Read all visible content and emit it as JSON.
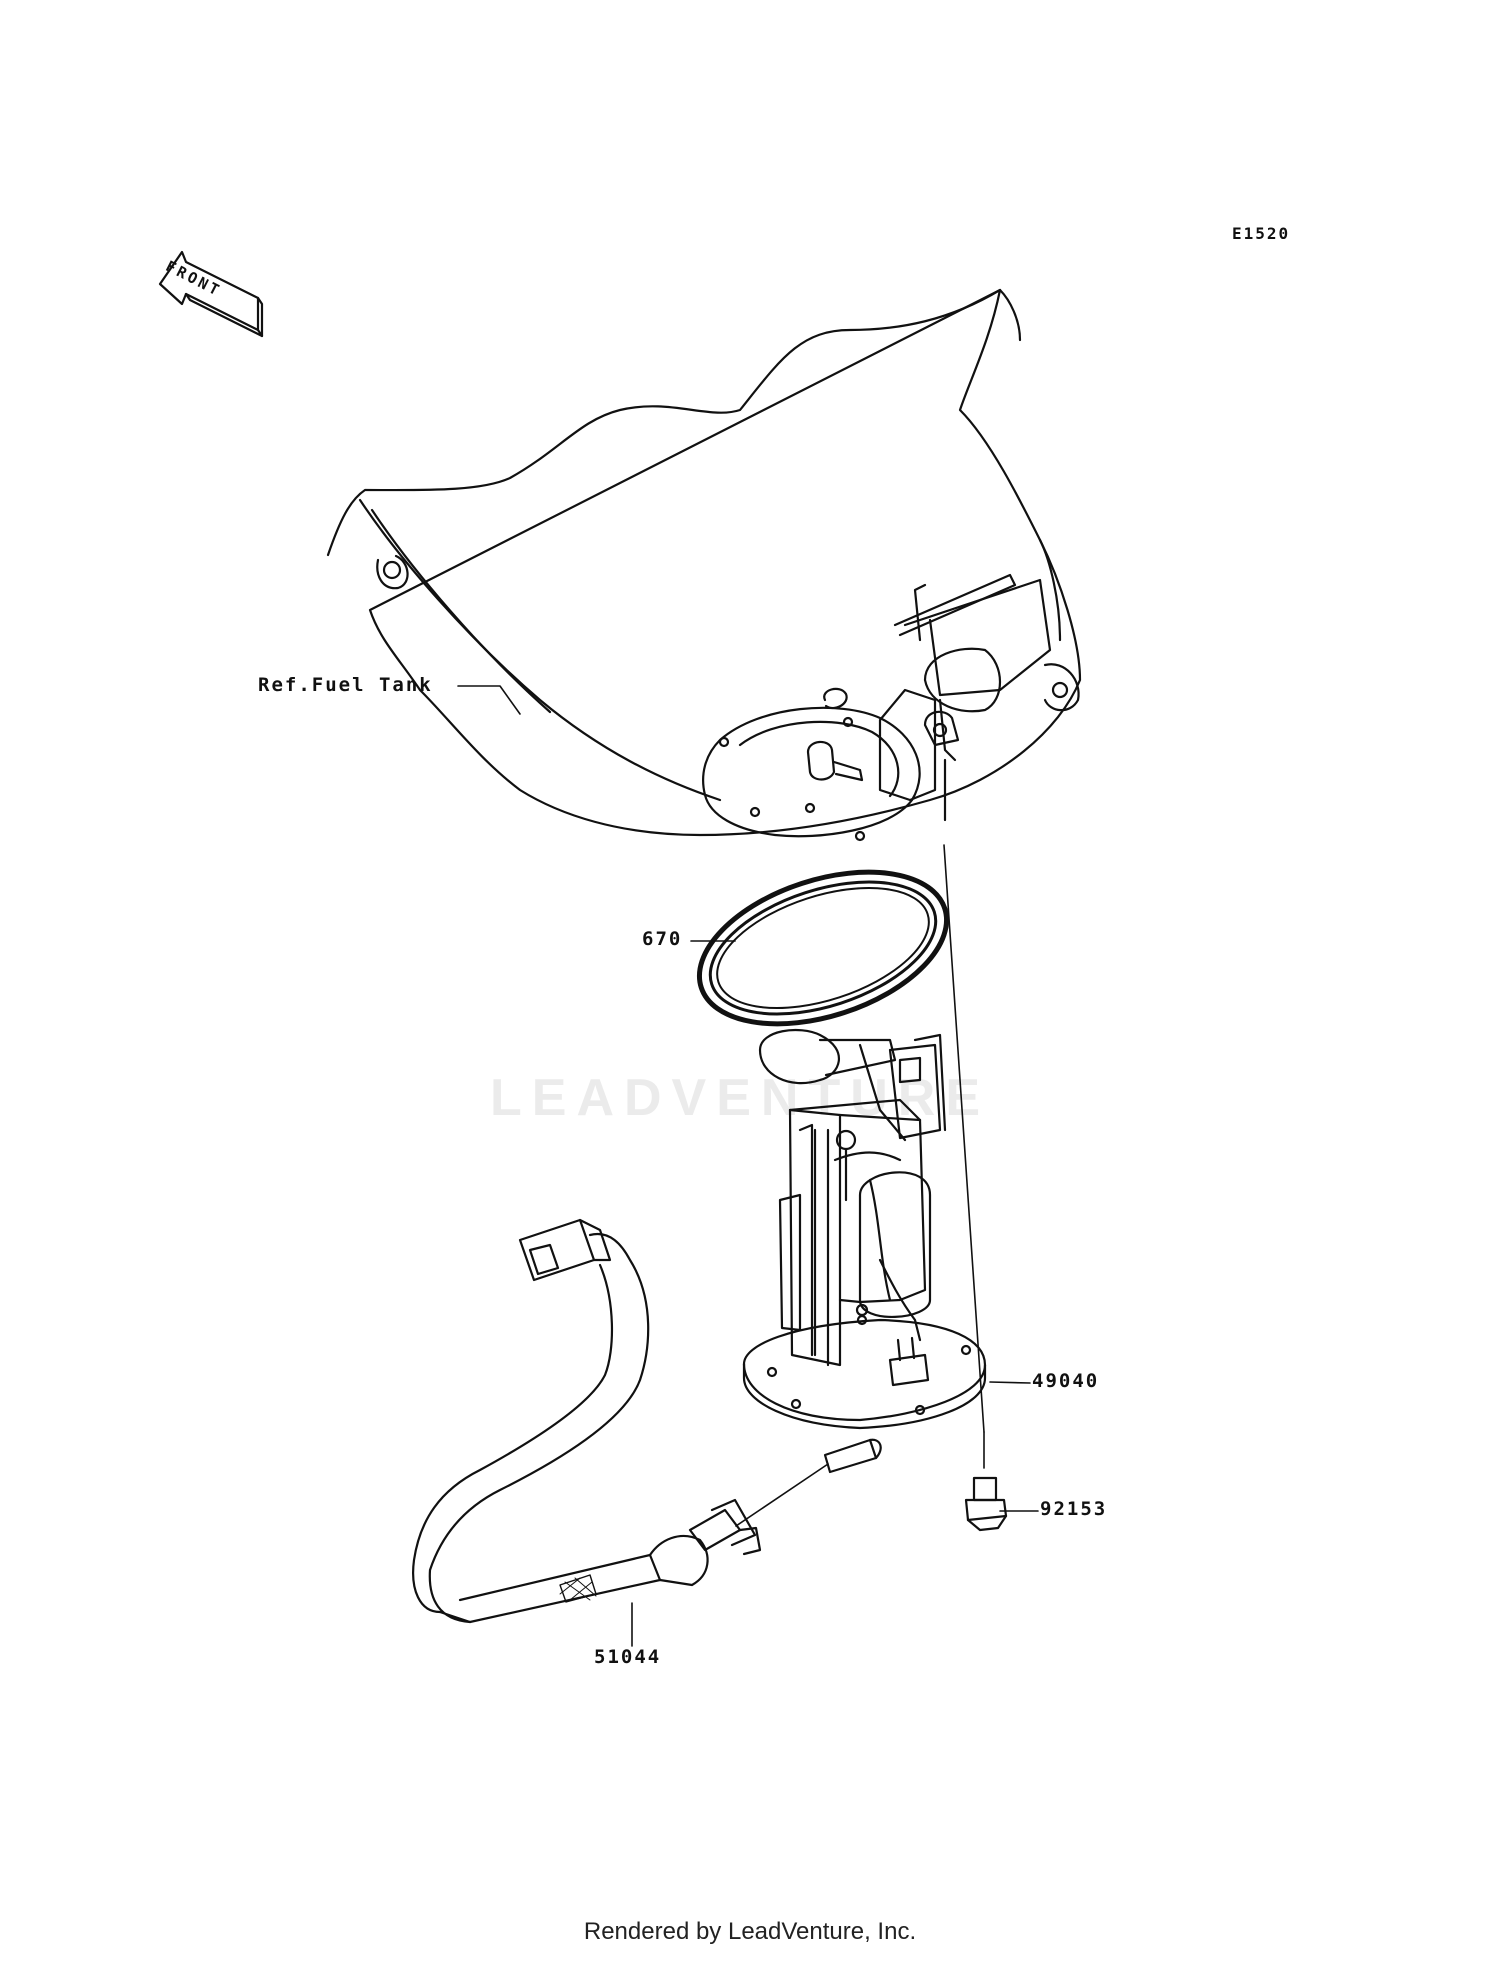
{
  "diagram": {
    "code": "E1520",
    "front_label": "FRONT",
    "watermark": "LEADVENTURE",
    "footer": "Rendered by LeadVenture, Inc."
  },
  "callouts": [
    {
      "id": "ref-fuel-tank",
      "text": "Ref.Fuel Tank"
    },
    {
      "id": "part-670",
      "text": "670"
    },
    {
      "id": "part-49040",
      "text": "49040"
    },
    {
      "id": "part-92153",
      "text": "92153"
    },
    {
      "id": "part-51044",
      "text": "51044"
    }
  ]
}
